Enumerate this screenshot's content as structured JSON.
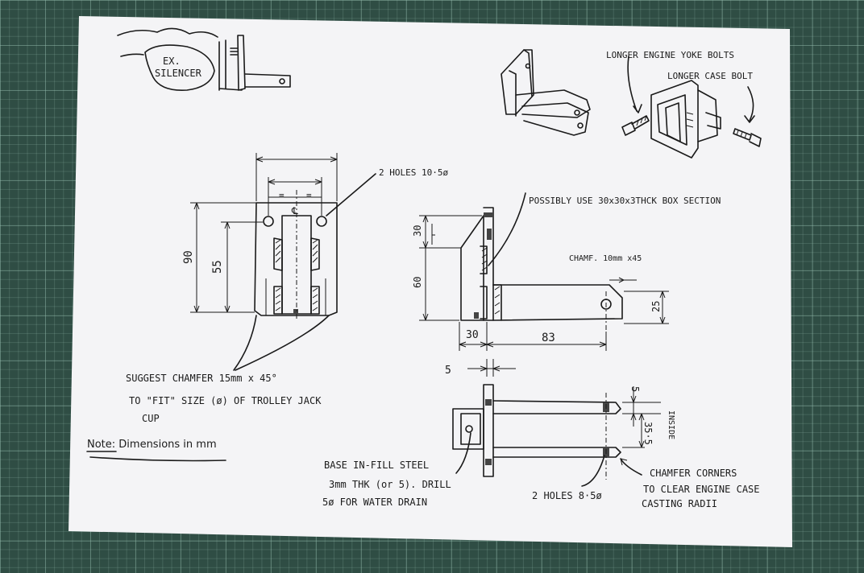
{
  "notes": {
    "ex_silencer_1": "EX.",
    "ex_silencer_2": "SILENCER",
    "yoke_bolts": "LONGER ENGINE YOKE BOLTS",
    "case_bolt": "LONGER CASE BOLT",
    "holes_top": "2 HOLES 10·5ø",
    "box_section": "POSSIBLY USE 30x30x3THCK BOX SECTION",
    "chamfer_small": "CHAMF. 10mm x45",
    "chamfer_line1": "SUGGEST CHAMFER 15mm x 45°",
    "chamfer_line2": "TO \"FIT\" SIZE (ø) OF TROLLEY JACK",
    "chamfer_line3": "CUP",
    "units_note": "Note: Dimensions in mm",
    "base_line1": "BASE IN-FILL STEEL",
    "base_line2": "3mm THK (or 5). DRILL",
    "base_line3": "5ø FOR WATER DRAIN",
    "holes_bottom": "2 HOLES 8·5ø",
    "corners_line1": "CHAMFER CORNERS",
    "corners_line2": "TO CLEAR ENGINE CASE",
    "corners_line3": "CASTING RADII",
    "inside": "INSIDE"
  },
  "dimensions": {
    "d90": "90",
    "d55": "55",
    "d30v": "30",
    "d60": "60",
    "d30h": "30",
    "d83": "83",
    "d25": "25",
    "d5a": "5",
    "d5b": "5",
    "d355": "35·5",
    "eq": "=",
    "cl": "℄"
  },
  "colors": {
    "mat": "#2f4d44",
    "paper": "#f4f4f6",
    "ink": "#1a1a1a"
  }
}
